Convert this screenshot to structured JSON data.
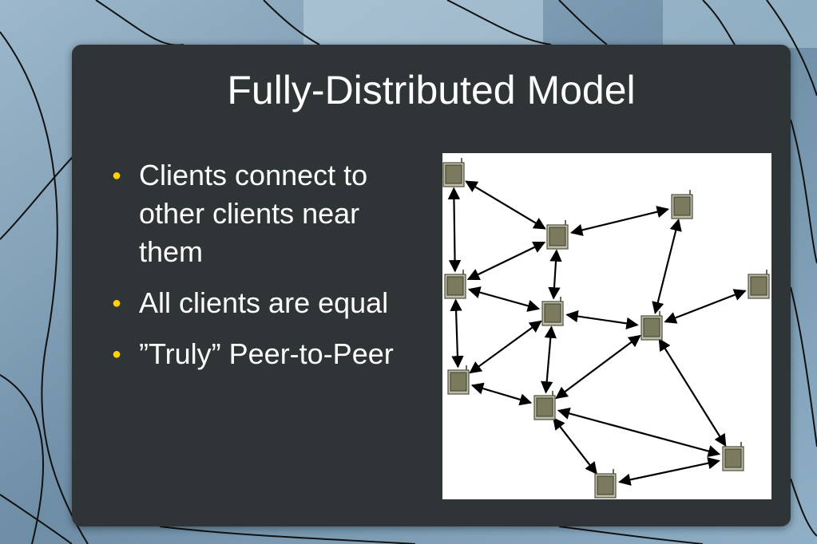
{
  "slide": {
    "title": "Fully-Distributed Model",
    "bullets": [
      {
        "text": "Clients connect to other clients near them"
      },
      {
        "text": "All clients are equal"
      },
      {
        "text": "”Truly” Peer-to-Peer"
      }
    ],
    "bullet_symbol": "●"
  },
  "colors": {
    "panel": "#2f3437",
    "title_text": "#ffffff",
    "bullet_text": "#ffffff",
    "bullet_dot": "#ffd200",
    "diagram_bg": "#ffffff",
    "node_fill": "#7a7a5e",
    "edge": "#000000"
  },
  "diagram": {
    "nodes": [
      {
        "id": "n1",
        "icon": "computer-node-icon"
      },
      {
        "id": "n2",
        "icon": "computer-node-icon"
      },
      {
        "id": "n3",
        "icon": "computer-node-icon"
      },
      {
        "id": "n4",
        "icon": "computer-node-icon"
      },
      {
        "id": "n5",
        "icon": "computer-node-icon"
      },
      {
        "id": "n6",
        "icon": "computer-node-icon"
      },
      {
        "id": "n7",
        "icon": "computer-node-icon"
      },
      {
        "id": "n8",
        "icon": "computer-node-icon"
      },
      {
        "id": "n9",
        "icon": "computer-node-icon"
      },
      {
        "id": "n10",
        "icon": "computer-node-icon"
      },
      {
        "id": "n11",
        "icon": "computer-node-icon"
      }
    ],
    "edges": [
      [
        "n1",
        "n3"
      ],
      [
        "n1",
        "n4"
      ],
      [
        "n2",
        "n3"
      ],
      [
        "n2",
        "n8"
      ],
      [
        "n3",
        "n4"
      ],
      [
        "n3",
        "n6"
      ],
      [
        "n4",
        "n6"
      ],
      [
        "n4",
        "n7"
      ],
      [
        "n5",
        "n8"
      ],
      [
        "n6",
        "n7"
      ],
      [
        "n6",
        "n8"
      ],
      [
        "n6",
        "n9"
      ],
      [
        "n7",
        "n9"
      ],
      [
        "n8",
        "n9"
      ],
      [
        "n8",
        "n10"
      ],
      [
        "n9",
        "n10"
      ],
      [
        "n9",
        "n11"
      ],
      [
        "n10",
        "n11"
      ]
    ]
  }
}
